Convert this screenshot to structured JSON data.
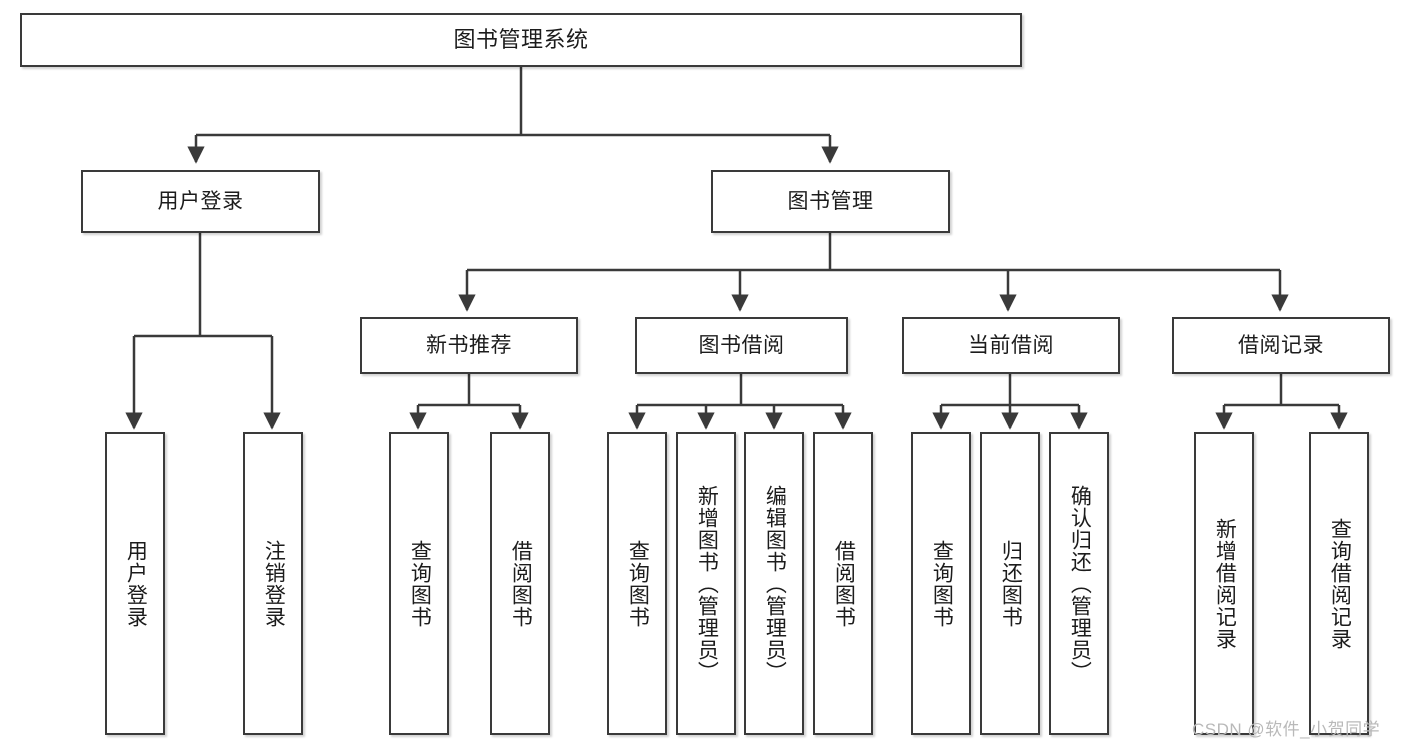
{
  "diagram": {
    "title": "图书管理系统",
    "type": "tree-hierarchy-chart",
    "root": {
      "label": "图书管理系统"
    },
    "level2": [
      {
        "label": "用户登录"
      },
      {
        "label": "图书管理"
      }
    ],
    "level3": [
      {
        "label": "新书推荐"
      },
      {
        "label": "图书借阅"
      },
      {
        "label": "当前借阅"
      },
      {
        "label": "借阅记录"
      }
    ],
    "leaves": {
      "user_login": [
        {
          "label": "用户登录"
        },
        {
          "label": "注销登录"
        }
      ],
      "new_book_recommend": [
        {
          "label": "查询图书"
        },
        {
          "label": "借阅图书"
        }
      ],
      "book_borrow": [
        {
          "label": "查询图书"
        },
        {
          "label": "新增图书（管理员）"
        },
        {
          "label": "编辑图书（管理员）"
        },
        {
          "label": "借阅图书"
        }
      ],
      "current_borrow": [
        {
          "label": "查询图书"
        },
        {
          "label": "归还图书"
        },
        {
          "label": "确认归还（管理员）"
        }
      ],
      "borrow_record": [
        {
          "label": "新增借阅记录"
        },
        {
          "label": "查询借阅记录"
        }
      ]
    }
  },
  "watermark": {
    "text": "CSDN @软件_小贺同学"
  },
  "colors": {
    "stroke": "#3a3a3a",
    "text": "#1c1c1c",
    "background": "#ffffff",
    "watermark": "#b9b9b9"
  }
}
